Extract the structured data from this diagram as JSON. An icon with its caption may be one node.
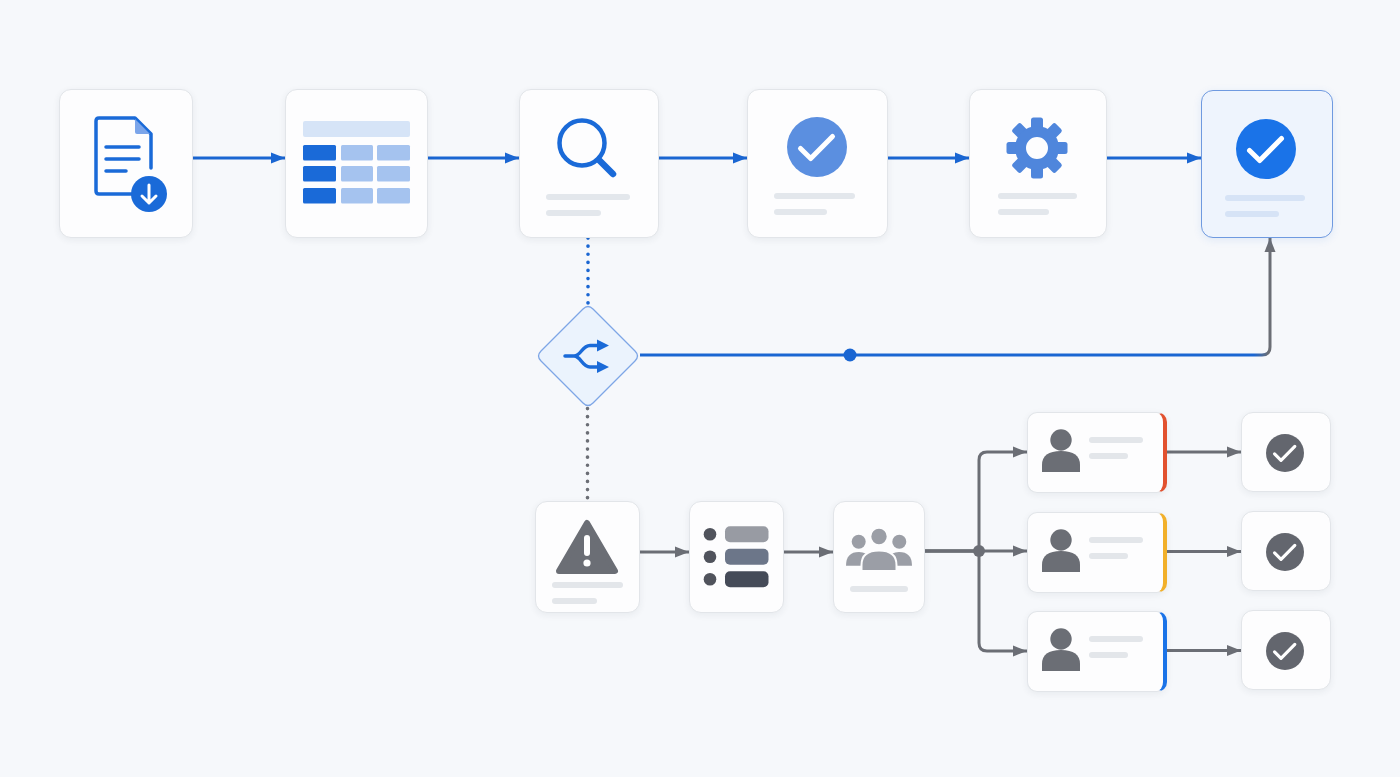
{
  "diagram": {
    "nodes": [
      {
        "text": [],
        "shape": "box"
      },
      {
        "text": [],
        "shape": "box"
      },
      {
        "text": [],
        "shape": "box"
      },
      {
        "text": [],
        "shape": "box"
      },
      {
        "text": [],
        "shape": "box"
      },
      {
        "text": [],
        "shape": "box"
      },
      {
        "text": [],
        "shape": "diamond"
      },
      {
        "text": [],
        "shape": "box"
      },
      {
        "text": [],
        "shape": "box"
      },
      {
        "text": [],
        "shape": "box"
      },
      {
        "text": [],
        "shape": "box"
      },
      {
        "text": [],
        "shape": "box"
      },
      {
        "text": [],
        "shape": "box"
      },
      {
        "text": [],
        "shape": "box"
      },
      {
        "text": [],
        "shape": "box"
      },
      {
        "text": [],
        "shape": "box"
      }
    ],
    "edges": [
      {
        "from": 0,
        "to": 1,
        "arrow": "to",
        "color": "#1a66d2"
      },
      {
        "from": 1,
        "to": 2,
        "arrow": "to",
        "color": "#1a66d2"
      },
      {
        "from": 2,
        "to": 3,
        "arrow": "to",
        "color": "#1a66d2"
      },
      {
        "from": 3,
        "to": 4,
        "arrow": "to",
        "color": "#1a66d2"
      },
      {
        "from": 4,
        "to": 5,
        "arrow": "to",
        "color": "#1a66d2"
      },
      {
        "from": 2,
        "to": 6,
        "arrow": "none",
        "style": "dashed",
        "color": "#1a66d2"
      },
      {
        "from": 6,
        "to": 5,
        "arrow": "to",
        "color": "#1a66d2"
      },
      {
        "from": 6,
        "to": 7,
        "arrow": "none",
        "style": "dashed"
      },
      {
        "from": 7,
        "to": 8,
        "arrow": "to"
      },
      {
        "from": 8,
        "to": 9,
        "arrow": "to"
      },
      {
        "from": 9,
        "to": 10,
        "arrow": "to"
      },
      {
        "from": 9,
        "to": 11,
        "arrow": "to"
      },
      {
        "from": 9,
        "to": 12,
        "arrow": "to"
      },
      {
        "from": 10,
        "to": 13,
        "arrow": "to"
      },
      {
        "from": 11,
        "to": 14,
        "arrow": "to"
      },
      {
        "from": 12,
        "to": 15,
        "arrow": "to"
      }
    ]
  }
}
